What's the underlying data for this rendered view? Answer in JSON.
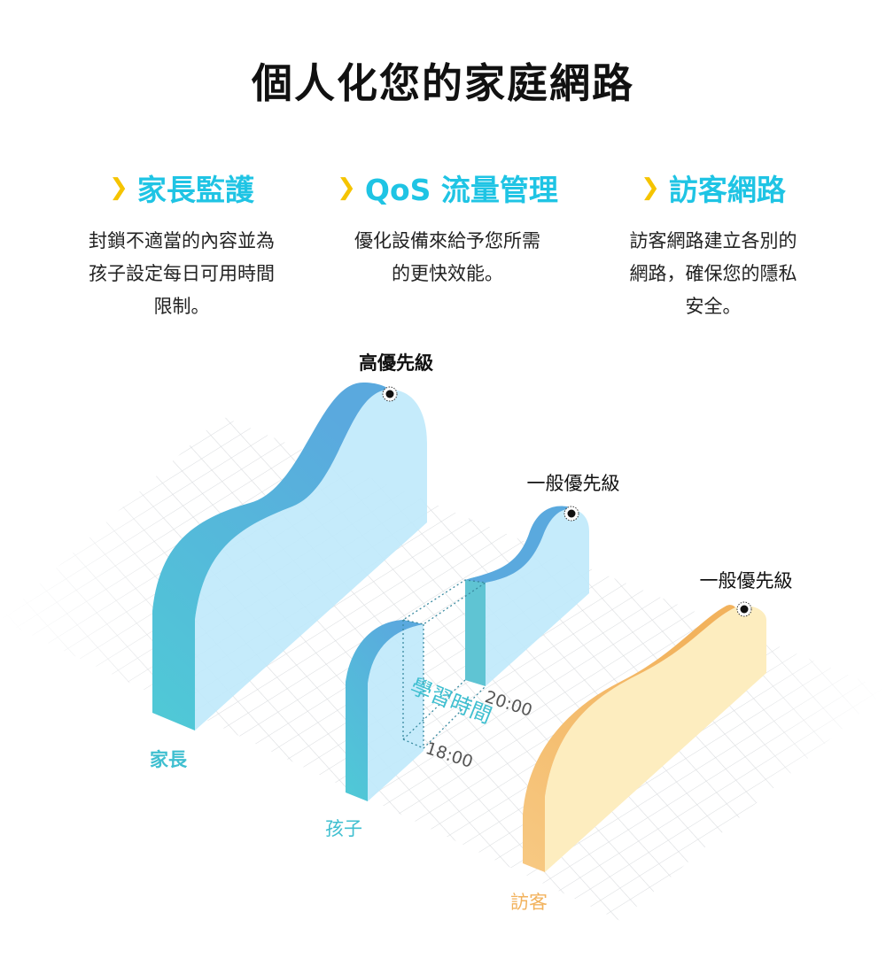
{
  "title": "個人化您的家庭網路",
  "features": [
    {
      "title": "家長監護",
      "desc_lines": [
        "封鎖不適當的內容並為",
        "孩子設定每日可用時間",
        "限制。"
      ]
    },
    {
      "title": "QoS 流量管理",
      "desc_lines": [
        "優化設備來給予您所需",
        "的更快效能。"
      ]
    },
    {
      "title": "訪客網路",
      "desc_lines": [
        "訪客網路建立各別的",
        "網路，確保您的隱私",
        "安全。"
      ]
    }
  ],
  "diagram": {
    "priority_high": "高優先級",
    "priority_normal_child": "一般優先級",
    "priority_normal_guest": "一般優先級",
    "parent_label": "家長",
    "child_label": "孩子",
    "guest_label": "訪客",
    "study_time": "學習時間",
    "time_start": "18:00",
    "time_end": "20:00"
  },
  "colors": {
    "accent": "#1fc4e4",
    "chevron": "#f5c400",
    "teal": "#3fbfd0",
    "blue_face": "#bfe9fb",
    "orange": "#f5c27a",
    "orange_face": "#fdedbf"
  }
}
